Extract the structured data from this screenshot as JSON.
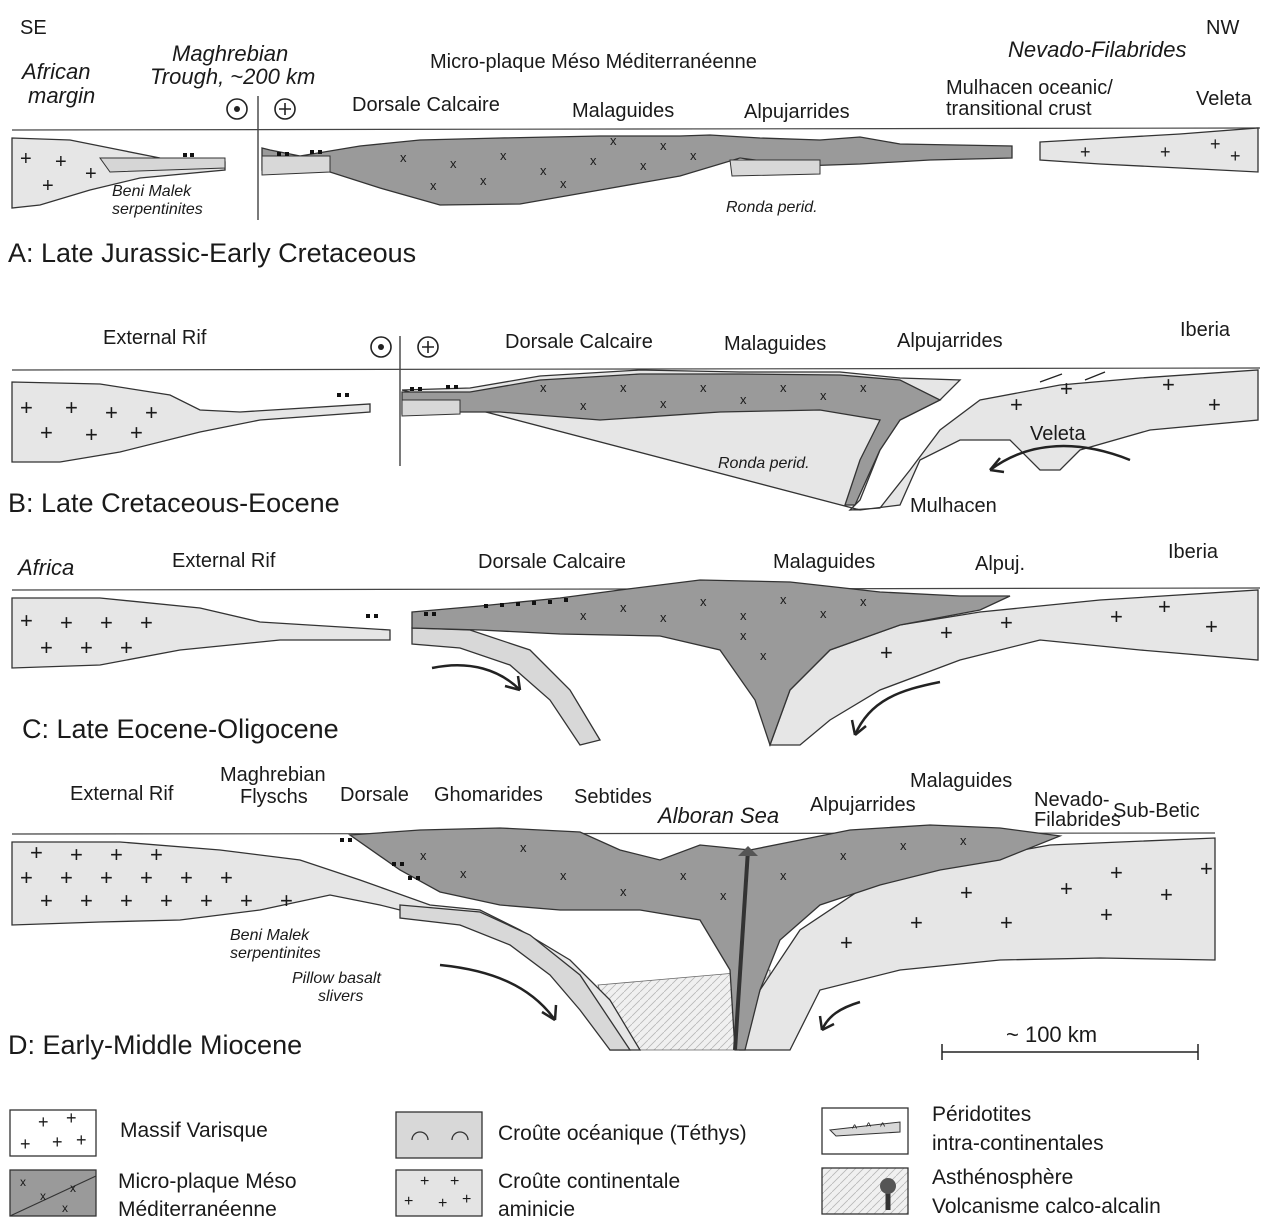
{
  "header": {
    "dir_left": "SE",
    "dir_right": "NW"
  },
  "panel_a": {
    "title": "A: Late Jurassic-Early Cretaceous",
    "african_margin_1": "African",
    "african_margin_2": "margin",
    "maghrebian_1": "Maghrebian",
    "maghrebian_2": "Trough, ~200 km",
    "microplate": "Micro-plaque Méso Méditerranéenne",
    "nevado": "Nevado-Filabrides",
    "dorsale": "Dorsale Calcaire",
    "malaguides": "Malaguides",
    "alpujarrides": "Alpujarrides",
    "mulhacen_1": "Mulhacen oceanic/",
    "mulhacen_2": "transitional crust",
    "veleta": "Veleta",
    "beni_1": "Beni Malek",
    "beni_2": "serpentinites",
    "ronda": "Ronda perid."
  },
  "panel_b": {
    "title": "B: Late Cretaceous-Eocene",
    "external_rif": "External Rif",
    "dorsale": "Dorsale Calcaire",
    "malaguides": "Malaguides",
    "alpujarrides": "Alpujarrides",
    "iberia": "Iberia",
    "veleta": "Veleta",
    "ronda": "Ronda perid.",
    "mulhacen": "Mulhacen"
  },
  "panel_c": {
    "title": "C: Late Eocene-Oligocene",
    "africa": "Africa",
    "external_rif": "External Rif",
    "dorsale": "Dorsale Calcaire",
    "malaguides": "Malaguides",
    "alpuj": "Alpuj.",
    "iberia": "Iberia"
  },
  "panel_d": {
    "title": "D: Early-Middle Miocene",
    "external_rif": "External Rif",
    "maghrebian_1": "Maghrebian",
    "maghrebian_2": "Flyschs",
    "dorsale": "Dorsale",
    "ghomarides": "Ghomarides",
    "sebtides": "Sebtides",
    "alboran": "Alboran Sea",
    "alpujarrides": "Alpujarrides",
    "malaguides": "Malaguides",
    "nevado_1": "Nevado-",
    "nevado_2": "Filabrides",
    "subbetic": "Sub-Betic",
    "beni_1": "Beni Malek",
    "beni_2": "serpentinites",
    "pillow_1": "Pillow basalt",
    "pillow_2": "slivers",
    "scale": "~ 100 km"
  },
  "legend": {
    "varisque": "Massif Varisque",
    "micro_1": "Micro-plaque Méso",
    "micro_2": "Méditerranéenne",
    "oceanic": "Croûte océanique (Téthys)",
    "continental_1": "Croûte continentale",
    "continental_2": "aminicie",
    "peridotite_1": "Péridotites",
    "peridotite_2": "intra-continentales",
    "astheno_1": "Asthénosphère",
    "astheno_2": "Volcanisme calco-alcalin"
  },
  "colors": {
    "micro_plate": "#9a9a9a",
    "oceanic": "#d8d8d8",
    "continental": "#e4e4e4",
    "line": "#333333"
  }
}
